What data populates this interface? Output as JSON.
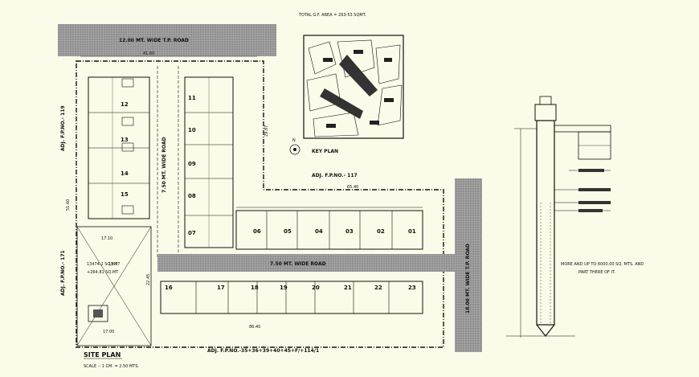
{
  "header": {
    "total_area": "TOTAL G.F. AREA     =     263-53 SQMT."
  },
  "roads": {
    "top": "12.00 MT. WIDE T.P. ROAD",
    "middle": "7.50 MT. WIDE ROAD",
    "vertical_inner": "7.50 MT. WIDE ROAD",
    "right": "18.00 MT. WIDE T.P. ROAD"
  },
  "adjacent": {
    "left_top": "ADJ. F.P.NO.- 119",
    "left_bottom": "ADJ. F.P.NO.- 171",
    "right": "ADJ. F.P.NO.- 117",
    "bottom": "ADJ. F.P.NO.-35+36+39+40+45+F/+114/1"
  },
  "dimensions": {
    "top": "41.60",
    "right_vertical": "29.87",
    "mid_horizontal": "65.40",
    "bottom": "86.40",
    "left_vertical": "51.60",
    "small_a": "17.10",
    "small_b": "15.47",
    "small_c": "22.45"
  },
  "units": {
    "west_block": [
      "12",
      "13",
      "14",
      "15"
    ],
    "center_block": [
      "11",
      "10",
      "09",
      "08",
      "07"
    ],
    "north_row": [
      "06",
      "05",
      "04",
      "03",
      "02",
      "01"
    ],
    "south_row": [
      "16",
      "17",
      "18",
      "19",
      "20",
      "21",
      "22",
      "23"
    ]
  },
  "open_space": {
    "line1": "13474.2 SQ.MT",
    "line2": "+264.81 SQ.MT",
    "amenity": "17.00"
  },
  "key_plan": {
    "title": "KEY PLAN",
    "north": "N"
  },
  "site_plan": {
    "title": "SITE PLAN",
    "scale": "SCALE -:  1  CM. = 2.50  MTS."
  },
  "section_note": {
    "line1": "MORE AND UP TO 6000.00 SQ. MTS. AND",
    "line2": "PART THERE OF IT."
  },
  "colors": {
    "road_fill": "#9a9a9a",
    "background": "#fbfbe9",
    "line": "#111111"
  }
}
